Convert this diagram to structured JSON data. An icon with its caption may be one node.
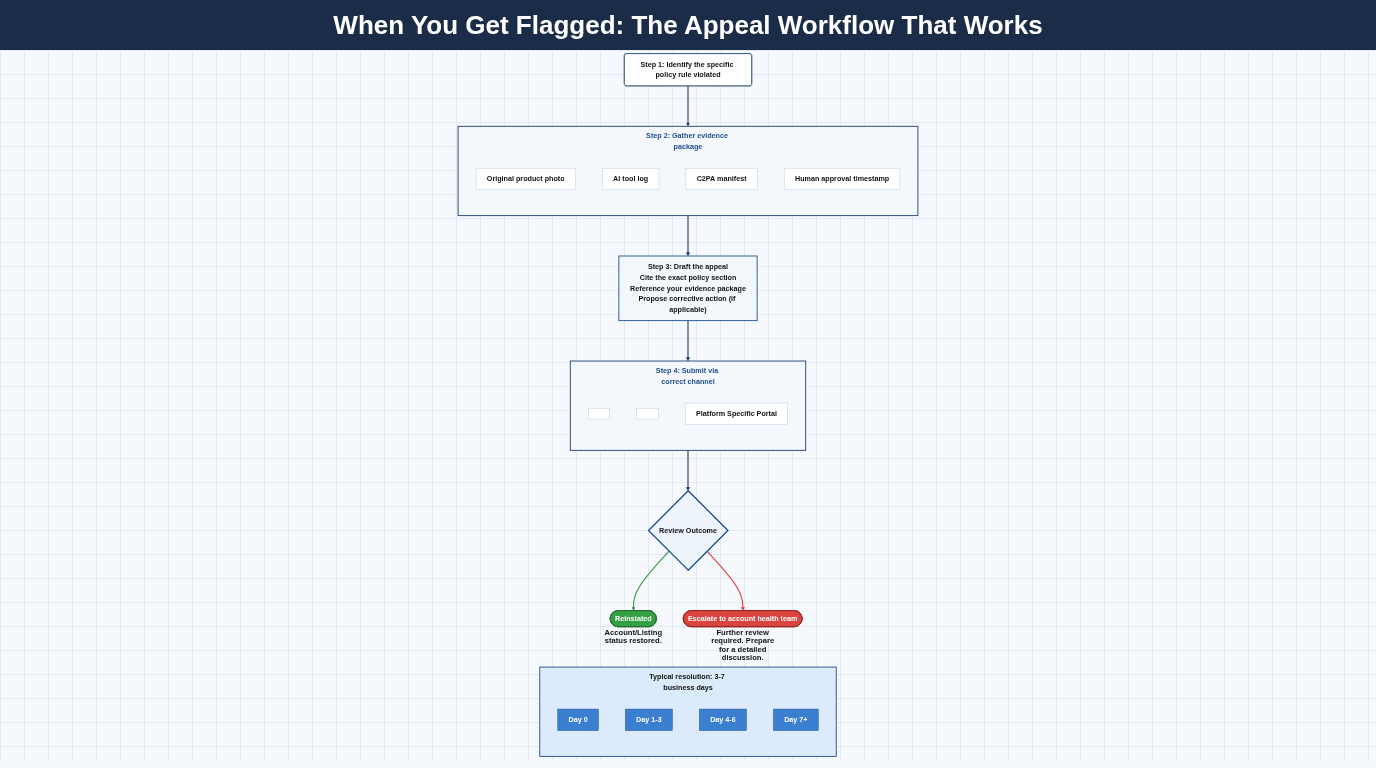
{
  "diagram": {
    "title": "When You Get Flagged: The Appeal Workflow That Works",
    "nodes": [
      {
        "text": [
          "Step 1: Identify the specific policy rule violated"
        ]
      },
      {
        "text": [
          "Step 2: Gather evidence package"
        ]
      },
      {
        "text": [
          "Original product photo"
        ],
        "in": 1
      },
      {
        "text": [
          "AI tool log"
        ],
        "in": 1
      },
      {
        "text": [
          "C2PA manifest"
        ],
        "in": 1
      },
      {
        "text": [
          "Human approval timestamp"
        ],
        "in": 1
      },
      {
        "text": [
          "Step 3: Draft the appeal",
          "Cite the exact policy section",
          "Reference your evidence package",
          "Propose corrective action (if applicable)"
        ]
      },
      {
        "text": [
          "Step 4: Submit via correct channel"
        ]
      },
      {
        "text": [],
        "shape": "box",
        "in": 7
      },
      {
        "text": [],
        "shape": "box",
        "in": 7
      },
      {
        "text": [
          "Platform Specific Portal"
        ],
        "in": 7
      },
      {
        "text": [
          "Review Outcome"
        ]
      },
      {
        "text": [
          "Reinstated"
        ],
        "beside": [
          "Account/Listing status restored."
        ]
      },
      {
        "text": [
          "Escalate to account health team"
        ],
        "beside": [
          "Further review required. Prepare for a detailed discussion."
        ]
      },
      {
        "text": [
          "Typical resolution: 3-7 business days"
        ]
      },
      {
        "text": [
          "Day 0"
        ],
        "in": 14
      },
      {
        "text": [
          "Day 1-3"
        ],
        "in": 14
      },
      {
        "text": [
          "Day 4-6"
        ],
        "in": 14
      },
      {
        "text": [
          "Day 7+"
        ],
        "in": 14
      }
    ],
    "edges": [
      {
        "from": 0,
        "to": 1,
        "arrow": "to"
      },
      {
        "from": 1,
        "to": 6,
        "arrow": "to"
      },
      {
        "from": 6,
        "to": 7,
        "arrow": "to"
      },
      {
        "from": 7,
        "to": 11,
        "arrow": "to"
      },
      {
        "from": 11,
        "to": 12,
        "arrow": "to",
        "color": "#3a9a42"
      },
      {
        "from": 11,
        "to": 13,
        "arrow": "to",
        "color": "#d9443f"
      }
    ]
  }
}
